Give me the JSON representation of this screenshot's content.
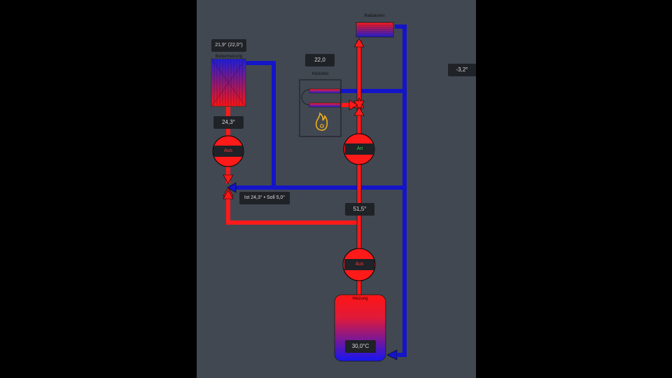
{
  "outside_temp": "-3,2°",
  "floor_heating": {
    "title": "Bodenheizung",
    "room_temp": "21,9° (22,0°)",
    "supply_temp": "24,3°",
    "pump_state": "Aus"
  },
  "mixer": {
    "status": "Ist 24,3° • Soll 5,0°"
  },
  "radiators": {
    "title": "Radiatoren"
  },
  "wood_stove": {
    "title": "Holzofen",
    "temp": "22,0",
    "pump_state": "An"
  },
  "main_line": {
    "temp": "51,5°",
    "pump_state": "Aus"
  },
  "buffer_tank": {
    "title": "Heizung",
    "temp": "30,0°C"
  },
  "colors": {
    "hot": "#ff1a1a",
    "cold": "#1111cc",
    "pump_on": "#35d14a",
    "pump_off": "#ff3333"
  }
}
